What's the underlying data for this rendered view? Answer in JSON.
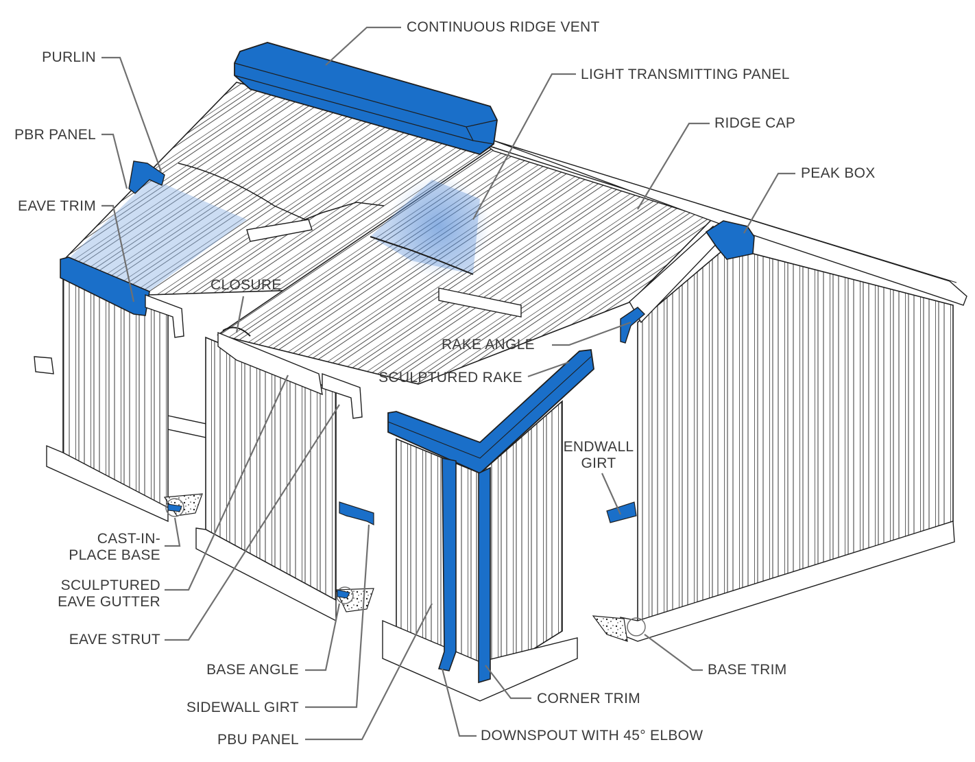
{
  "colors": {
    "accent_blue": "#1a6fc9",
    "light_blue": "#8fb4e4",
    "line_gray": "#707070",
    "outline": "#1e1e1e",
    "text": "#3a3a3a"
  },
  "labels": {
    "continuous_ridge_vent": "CONTINUOUS RIDGE VENT",
    "purlin": "PURLIN",
    "light_transmitting_panel": "LIGHT TRANSMITTING PANEL",
    "ridge_cap": "RIDGE CAP",
    "pbr_panel": "PBR PANEL",
    "peak_box": "PEAK BOX",
    "eave_trim": "EAVE TRIM",
    "closure": "CLOSURE",
    "rake_angle": "RAKE ANGLE",
    "sculptured_rake": "SCULPTURED RAKE",
    "endwall_girt": "ENDWALL\nGIRT",
    "cast_in_place_base": "CAST-IN-\nPLACE BASE",
    "sculptured_eave_gutter": "SCULPTURED\nEAVE GUTTER",
    "eave_strut": "EAVE STRUT",
    "base_angle": "BASE ANGLE",
    "base_trim": "BASE TRIM",
    "corner_trim": "CORNER TRIM",
    "sidewall_girt": "SIDEWALL GIRT",
    "downspout_with_45_elbow": "DOWNSPOUT WITH 45° ELBOW",
    "pbu_panel": "PBU PANEL"
  }
}
